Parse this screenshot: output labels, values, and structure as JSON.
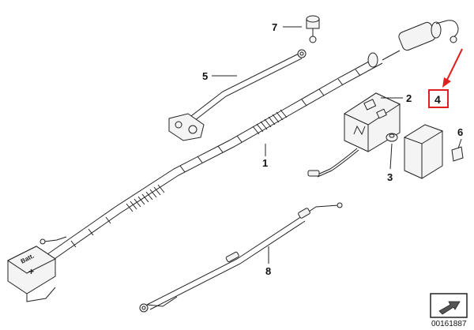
{
  "parts": [
    {
      "id": "part-1",
      "label": "1"
    },
    {
      "id": "part-2",
      "label": "2"
    },
    {
      "id": "part-3",
      "label": "3"
    },
    {
      "id": "part-4",
      "label": "4"
    },
    {
      "id": "part-5",
      "label": "5"
    },
    {
      "id": "part-6",
      "label": "6"
    },
    {
      "id": "part-7",
      "label": "7"
    },
    {
      "id": "part-8",
      "label": "8"
    }
  ],
  "highlight": {
    "part": "4",
    "color": "#e02020"
  },
  "battery": {
    "terminal_text": "Batt.",
    "polarity": "+"
  },
  "document_number": "00161887",
  "colors": {
    "line": "#222222",
    "fill": "#f4f4f4",
    "accent": "#e02020"
  }
}
